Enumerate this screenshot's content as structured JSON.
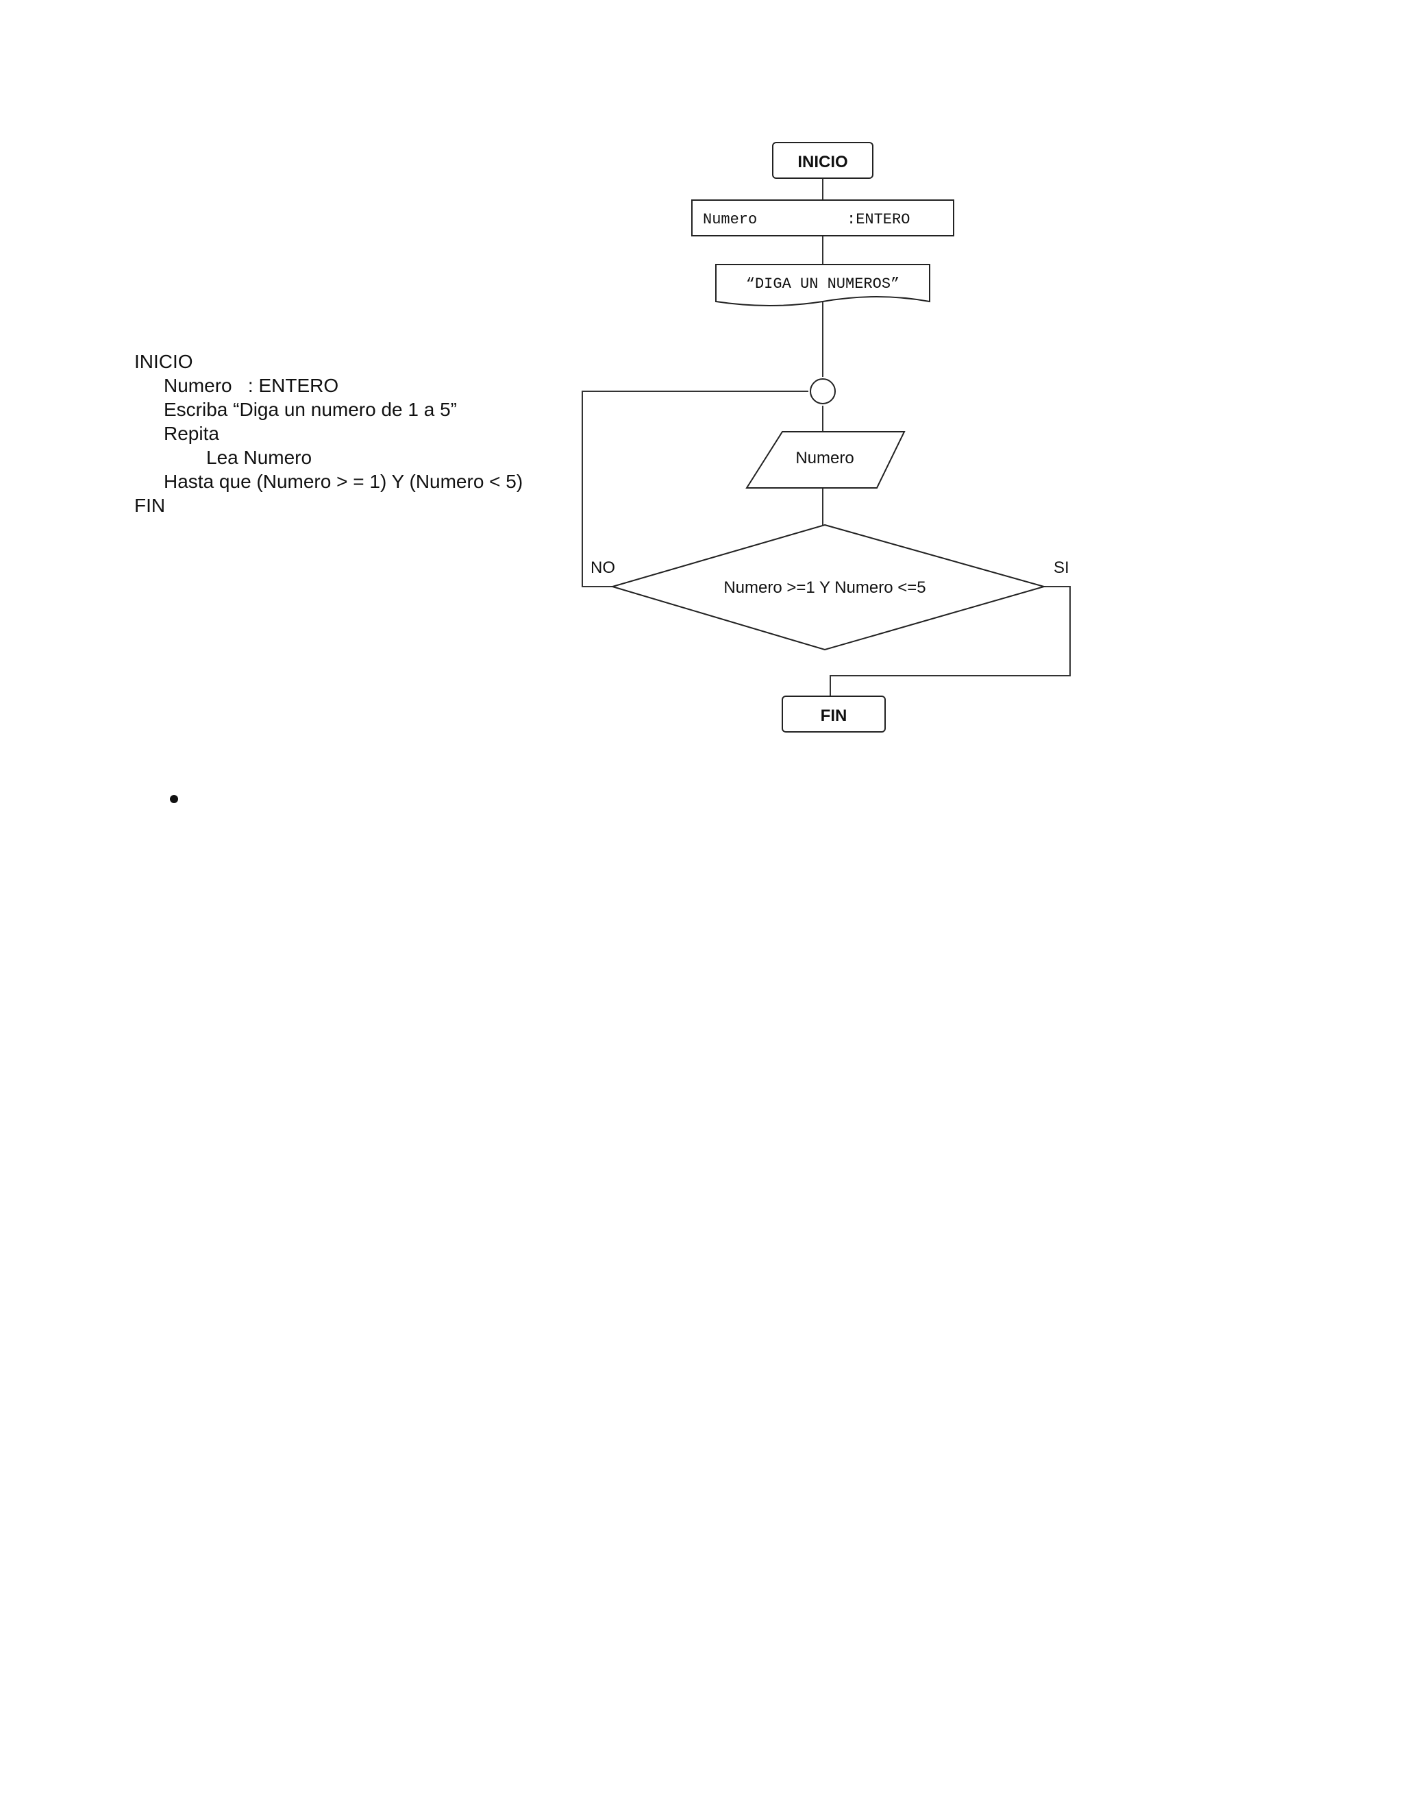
{
  "pseudocode": {
    "lines": [
      "INICIO",
      "Numero   : ENTERO",
      "Escriba “Diga un numero de 1 a 5”",
      "Repita",
      "Lea Numero",
      "Hasta que (Numero > = 1) Y (Numero < 5)",
      "FIN"
    ]
  },
  "flowchart": {
    "start_label": "INICIO",
    "declaration_left": "Numero",
    "declaration_right": ":ENTERO",
    "output_text": "“DIGA UN NUMEROS”",
    "input_label": "Numero",
    "decision_label": "Numero >=1 Y Numero <=5",
    "no_label": "NO",
    "yes_label": "SI",
    "end_label": "FIN"
  },
  "bullet_list": {
    "items": [
      ""
    ]
  }
}
